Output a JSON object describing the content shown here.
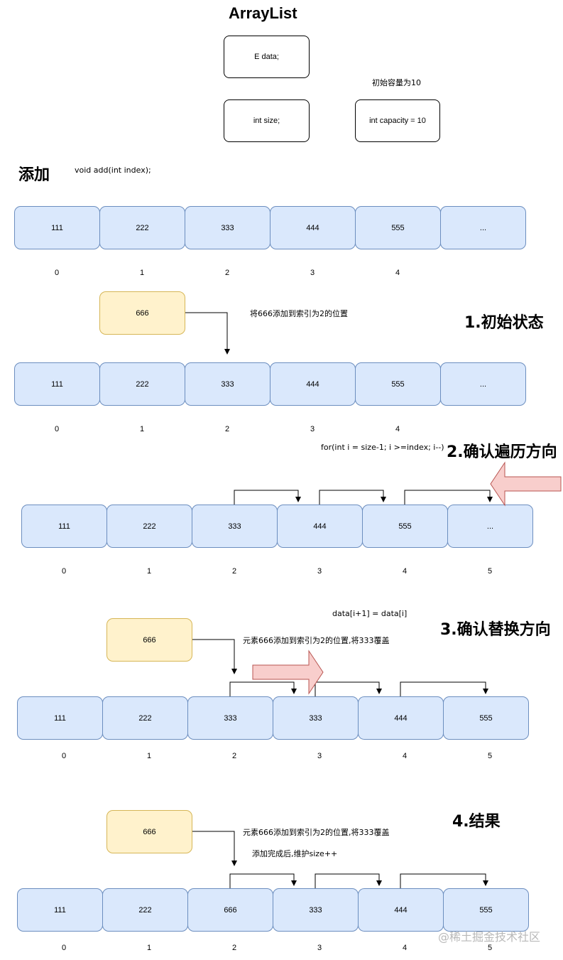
{
  "header": {
    "title": "ArrayList",
    "field_data": "E  data;",
    "field_size": "int size;",
    "field_capacity": "int capacity = 10",
    "capacity_note": "初始容量为10"
  },
  "add_section": {
    "label": "添加",
    "signature": "void add(int index);"
  },
  "array0": {
    "cells": [
      "111",
      "222",
      "333",
      "444",
      "555",
      "..."
    ],
    "indexes": [
      "0",
      "1",
      "2",
      "3",
      "4"
    ]
  },
  "step1": {
    "heading": "1.初始状态",
    "new_value": "666",
    "note": "将666添加到索引为2的位置",
    "cells": [
      "111",
      "222",
      "333",
      "444",
      "555",
      "..."
    ],
    "indexes": [
      "0",
      "1",
      "2",
      "3",
      "4"
    ]
  },
  "step2": {
    "heading": "2.确认遍历方向",
    "loop_code": "for(int i = size-1; i >=index; i--)",
    "cells": [
      "111",
      "222",
      "333",
      "444",
      "555",
      "..."
    ],
    "indexes": [
      "0",
      "1",
      "2",
      "3",
      "4",
      "5"
    ],
    "arrow_color": "#f8cecc"
  },
  "step3": {
    "heading": "3.确认替换方向",
    "assign_code": "data[i+1] = data[i]",
    "new_value": "666",
    "note": "元素666添加到索引为2的位置,将333覆盖",
    "cells": [
      "111",
      "222",
      "333",
      "333",
      "444",
      "555"
    ],
    "indexes": [
      "0",
      "1",
      "2",
      "3",
      "4",
      "5"
    ]
  },
  "step4": {
    "heading": "4.结果",
    "new_value": "666",
    "note": "元素666添加到索引为2的位置,将333覆盖",
    "note2": "添加完成后,维护size++",
    "cells": [
      "111",
      "222",
      "666",
      "333",
      "444",
      "555"
    ],
    "indexes": [
      "0",
      "1",
      "2",
      "3",
      "4",
      "5"
    ]
  },
  "watermark": "@稀土掘金技术社区",
  "colors": {
    "cell_fill": "#dae8fc",
    "cell_stroke": "#6c8ebf",
    "new_fill": "#fff2cc",
    "new_stroke": "#d6b656",
    "big_arrow_fill": "#f8cecc",
    "big_arrow_stroke": "#b85450"
  }
}
